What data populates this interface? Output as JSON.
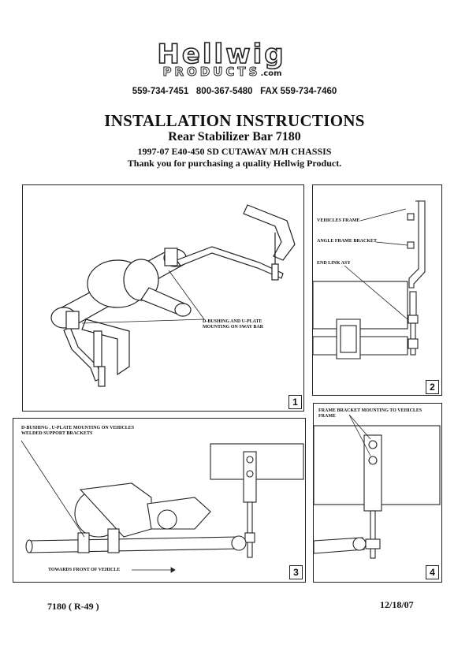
{
  "logo": {
    "name": "Hellwig",
    "products": "PRODUCTS",
    "com": ".com"
  },
  "contact": "559-734-7451   800-367-5480   FAX 559-734-7460",
  "title": "INSTALLATION INSTRUCTIONS",
  "subtitle": "Rear Stabilizer Bar 7180",
  "chassis": "1997-07 E40-450 SD CUTAWAY M/H CHASSIS",
  "thanks": "Thank you for purchasing a quality Hellwig Product.",
  "figures": [
    {
      "number": "1",
      "labels": [
        "D-BUSHING AND U-PLATE MOUNTING ON SWAY BAR"
      ]
    },
    {
      "number": "2",
      "labels": [
        "VEHICLES FRAME",
        "ANGLE FRAME BRACKET",
        "END LINK ASY"
      ]
    },
    {
      "number": "3",
      "labels": [
        "D-BUSHING , U-PLATE MOUNTING ON VEHICLES",
        "WELDED SUPPORT BRACKETS",
        "TOWARDS FRONT OF VEHICLE"
      ]
    },
    {
      "number": "4",
      "labels": [
        "FRAME BRACKET MOUNTING TO VEHICLES",
        "FRAME"
      ]
    }
  ],
  "footer": {
    "part": "7180 ( R-49 )",
    "date": "12/18/07"
  }
}
